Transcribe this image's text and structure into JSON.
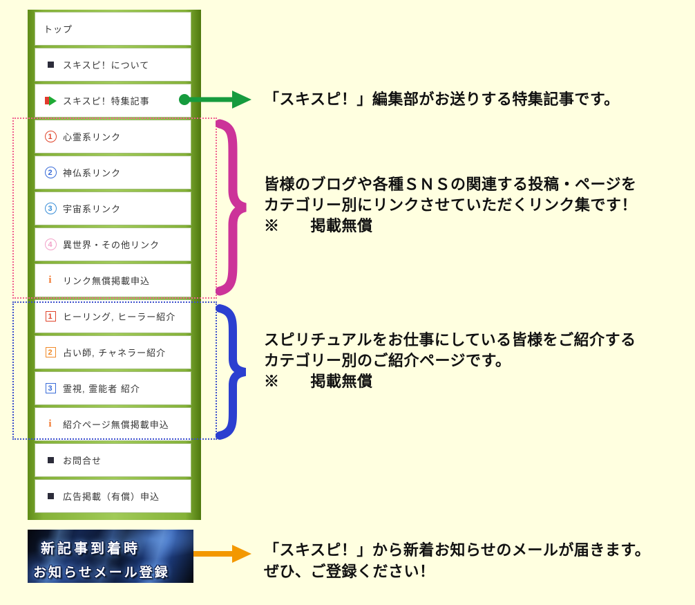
{
  "colors": {
    "page-bg": "#ffffe0",
    "menu-green-dark": "#5f8c18",
    "menu-green-light": "#a0ca57",
    "menu-item-border": "#9fbb77",
    "menu-text": "#333333",
    "arrow-green": "#169b3e",
    "arrow-orange": "#f39800",
    "brace-magenta": "#cc3399",
    "brace-blue": "#2b3fd0",
    "outline-pink": "#f0608f",
    "outline-blue": "#3b4ecc",
    "info-orange": "#f07830",
    "annotation-text": "#111111"
  },
  "sidebar": {
    "items": [
      {
        "id": "top",
        "label": "トップ",
        "icon": null
      },
      {
        "id": "about",
        "label": "スキスピ！について",
        "icon": {
          "type": "square",
          "name": "bullet-square-icon"
        }
      },
      {
        "id": "featured",
        "label": "スキスピ！特集記事",
        "icon": {
          "type": "featured",
          "name": "featured-arrow-icon"
        }
      },
      {
        "id": "link-shinrei",
        "label": "心霊系リンク",
        "icon": {
          "type": "circled",
          "digit": "1",
          "color": "#e0452c",
          "name": "circled-1-icon"
        }
      },
      {
        "id": "link-shinbutsu",
        "label": "神仏系リンク",
        "icon": {
          "type": "circled",
          "digit": "2",
          "color": "#3a6cd8",
          "name": "circled-2-icon"
        }
      },
      {
        "id": "link-uchu",
        "label": "宇宙系リンク",
        "icon": {
          "type": "circled",
          "digit": "3",
          "color": "#3a8ed8",
          "name": "circled-3-icon"
        }
      },
      {
        "id": "link-isekai",
        "label": "異世界・その他リンク",
        "icon": {
          "type": "circled",
          "digit": "4",
          "color": "#f2a0c8",
          "name": "circled-4-icon"
        }
      },
      {
        "id": "link-apply",
        "label": "リンク無償掲載申込",
        "icon": {
          "type": "info",
          "name": "info-icon"
        }
      },
      {
        "id": "intro-healing",
        "label": "ヒーリング, ヒーラー紹介",
        "icon": {
          "type": "boxed",
          "digit": "1",
          "color": "#e0452c",
          "name": "boxed-1-icon"
        }
      },
      {
        "id": "intro-uranai",
        "label": "占い師, チャネラー紹介",
        "icon": {
          "type": "boxed",
          "digit": "2",
          "color": "#f08a28",
          "name": "boxed-2-icon"
        }
      },
      {
        "id": "intro-reishi",
        "label": "霊視, 霊能者 紹介",
        "icon": {
          "type": "boxed",
          "digit": "3",
          "color": "#3a6cd8",
          "name": "boxed-3-icon"
        }
      },
      {
        "id": "intro-apply",
        "label": "紹介ページ無償掲載申込",
        "icon": {
          "type": "info",
          "name": "info-icon"
        }
      },
      {
        "id": "contact",
        "label": "お問合せ",
        "icon": {
          "type": "square",
          "name": "bullet-square-icon"
        }
      },
      {
        "id": "ad-apply",
        "label": "広告掲載（有償）申込",
        "icon": {
          "type": "square",
          "name": "bullet-square-icon"
        }
      }
    ]
  },
  "banner": {
    "line1": "新記事到着時",
    "line2": "お知らせメール登録"
  },
  "annotations": {
    "featured": "「スキスピ！」編集部がお送りする特集記事です。",
    "links": [
      "皆様のブログや各種ＳＮＳの関連する投稿・ページを",
      "カテゴリー別にリンクさせていただくリンク集です！",
      "※　　掲載無償"
    ],
    "intro": [
      "スピリチュアルをお仕事にしている皆様をご紹介する",
      "カテゴリー別のご紹介ページです。",
      "※　　掲載無償"
    ],
    "mail": [
      "「スキスピ！」から新着お知らせのメールが届きます。",
      "ぜひ、ご登録ください！"
    ]
  }
}
